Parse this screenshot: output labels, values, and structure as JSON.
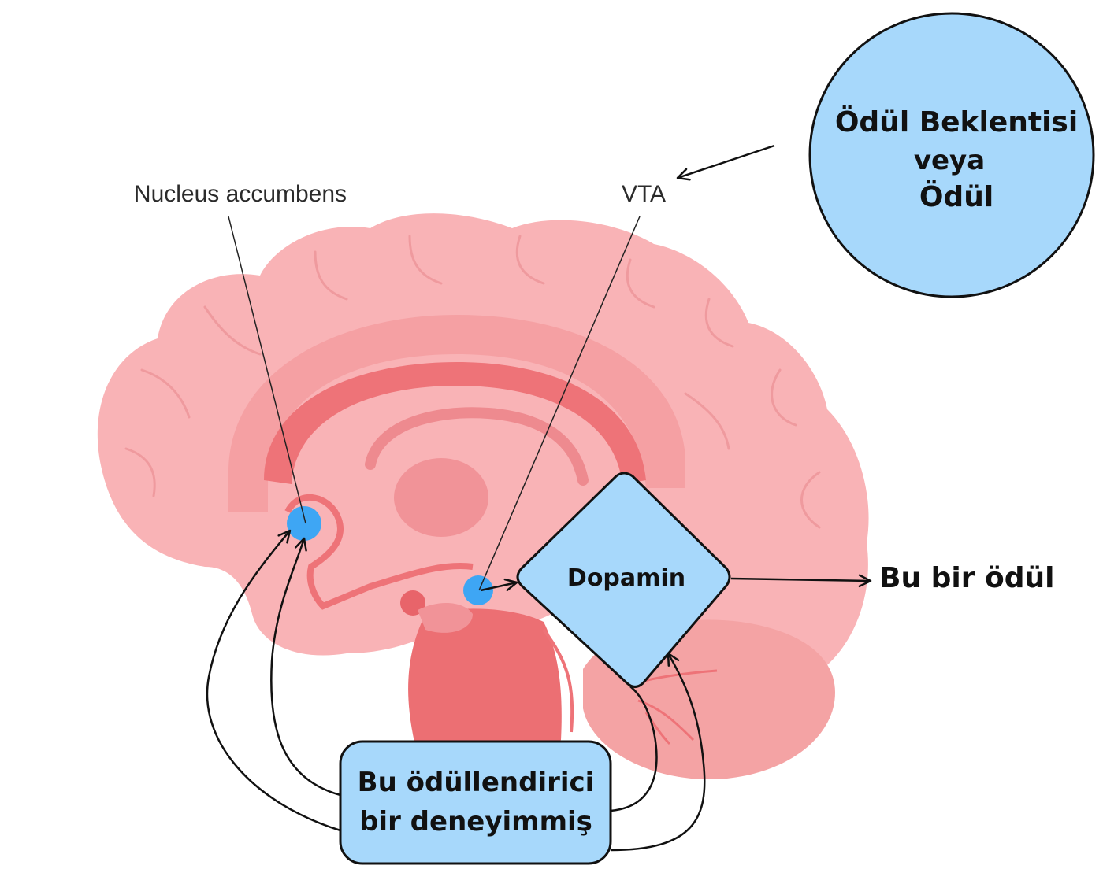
{
  "labels": {
    "nucleus_accumbens": "Nucleus accumbens",
    "vta": "VTA",
    "reward_circle_line1": "Ödül Beklentisi",
    "reward_circle_line2": "veya",
    "reward_circle_line3": "Ödül",
    "dopamine": "Dopamin",
    "this_is_reward": "Bu bir ödül",
    "experience_line1": "Bu ödüllendirici",
    "experience_line2": "bir deneyimmiş"
  },
  "colors": {
    "brain_outer": "#f9b3b6",
    "brain_mid": "#f5a0a3",
    "brain_dark": "#ee7378",
    "brainstem": "#ec6f73",
    "cerebellum": "#f4a3a4",
    "node_fill": "#a7d8fb",
    "dot_blue": "#3ea6f4",
    "stroke": "#111111"
  }
}
